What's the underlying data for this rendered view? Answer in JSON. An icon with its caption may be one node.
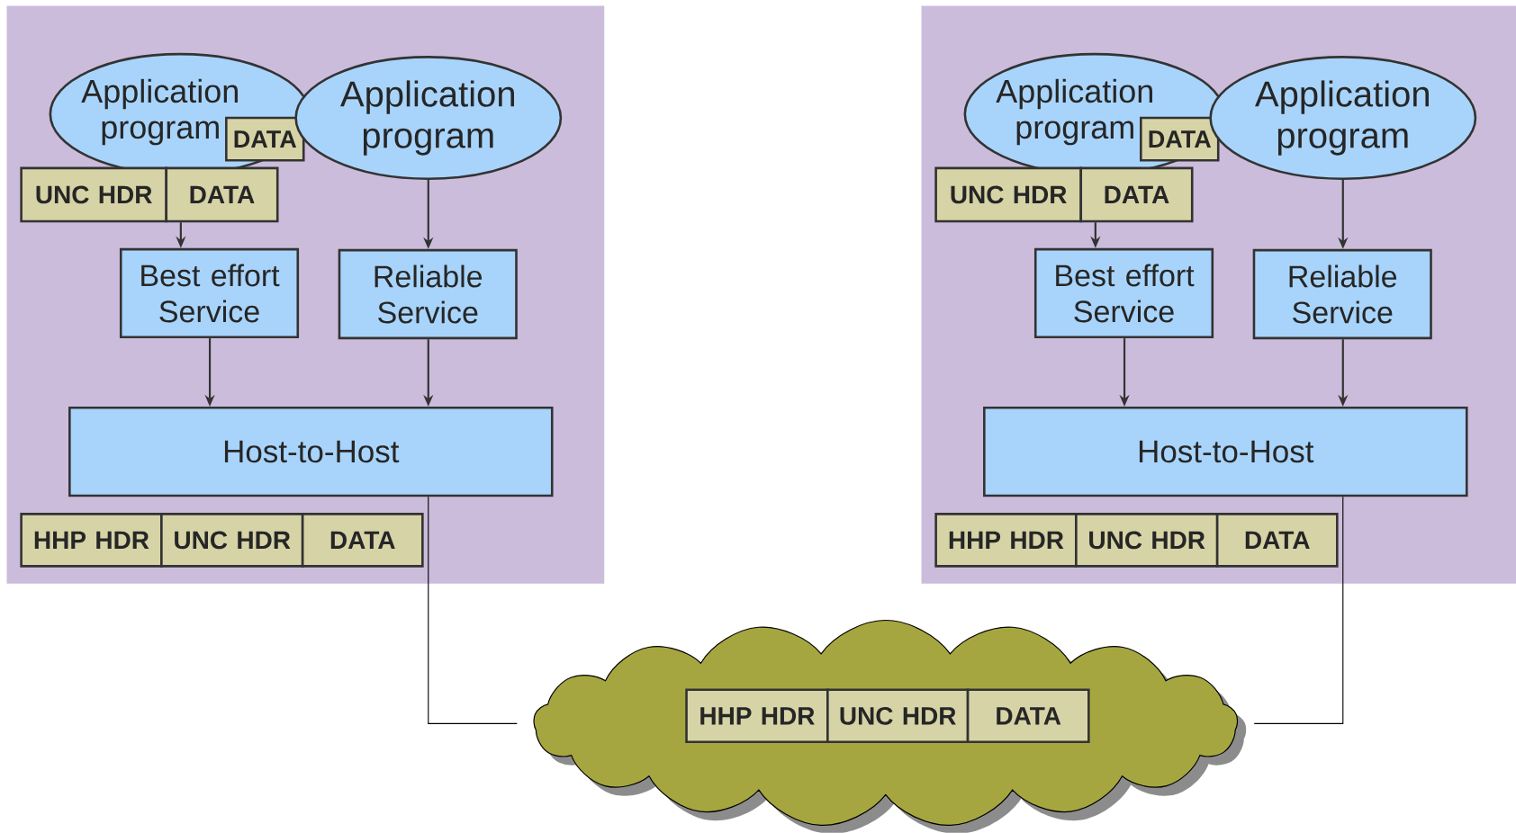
{
  "diagram": {
    "nodes": [
      {
        "text": [],
        "shape": "box"
      },
      {
        "text": [
          "Application program"
        ],
        "in": 0
      },
      {
        "text": [
          "DATA"
        ],
        "in": 1
      },
      {
        "text": [
          "Application program"
        ],
        "in": 0
      },
      {
        "text": [
          "UNC HDR"
        ],
        "in": 0
      },
      {
        "text": [
          "DATA"
        ],
        "in": 0
      },
      {
        "text": [
          "Best effort Service"
        ],
        "in": 0
      },
      {
        "text": [
          "Reliable Service"
        ],
        "in": 0
      },
      {
        "text": [
          "Host-to-Host"
        ],
        "in": 0
      },
      {
        "text": [
          "HHP HDR"
        ],
        "in": 0
      },
      {
        "text": [
          "UNC HDR"
        ],
        "in": 0
      },
      {
        "text": [
          "DATA"
        ],
        "in": 0
      },
      {
        "text": [],
        "shape": "box"
      },
      {
        "text": [
          "Application program"
        ],
        "in": 12
      },
      {
        "text": [
          "DATA"
        ],
        "in": 13
      },
      {
        "text": [
          "Application program"
        ],
        "in": 12
      },
      {
        "text": [
          "UNC HDR"
        ],
        "in": 12
      },
      {
        "text": [
          "DATA"
        ],
        "in": 12
      },
      {
        "text": [
          "Best effort Service"
        ],
        "in": 12
      },
      {
        "text": [
          "Reliable Service"
        ],
        "in": 12
      },
      {
        "text": [
          "Host-to-Host"
        ],
        "in": 12
      },
      {
        "text": [
          "HHP HDR"
        ],
        "in": 12
      },
      {
        "text": [
          "UNC HDR"
        ],
        "in": 12
      },
      {
        "text": [
          "DATA"
        ],
        "in": 12
      },
      {
        "text": [],
        "shape": "cloud"
      },
      {
        "text": [
          "HHP HDR"
        ],
        "in": 24
      },
      {
        "text": [
          "UNC HDR"
        ],
        "in": 24
      },
      {
        "text": [
          "DATA"
        ],
        "in": 24
      }
    ],
    "edges": [
      {
        "from": 3,
        "to": 7,
        "arrow": "to"
      },
      {
        "from": 5,
        "to": 6,
        "arrow": "to"
      },
      {
        "from": 6,
        "to": 8,
        "arrow": "to"
      },
      {
        "from": 7,
        "to": 8,
        "arrow": "to"
      },
      {
        "from": 15,
        "to": 19,
        "arrow": "to"
      },
      {
        "from": 17,
        "to": 18,
        "arrow": "to"
      },
      {
        "from": 18,
        "to": 20,
        "arrow": "to"
      },
      {
        "from": 19,
        "to": 20,
        "arrow": "to"
      },
      {
        "from": 8,
        "to": 24,
        "arrow": "none"
      },
      {
        "from": 20,
        "to": 24,
        "arrow": "none"
      }
    ]
  }
}
